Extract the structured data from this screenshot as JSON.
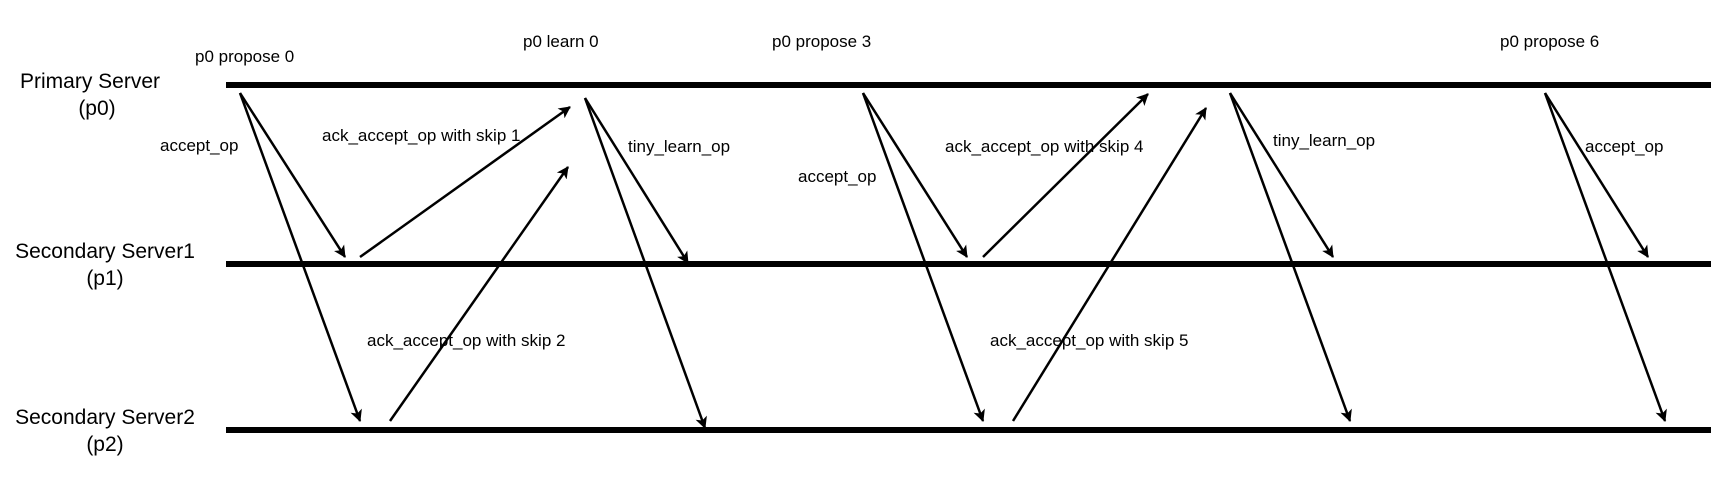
{
  "lanes": [
    {
      "name": "Primary Server",
      "id": "(p0)"
    },
    {
      "name": "Secondary Server1",
      "id": "(p1)"
    },
    {
      "name": "Secondary Server2",
      "id": "(p2)"
    }
  ],
  "events": [
    {
      "text": "p0 propose 0"
    },
    {
      "text": "p0 learn 0"
    },
    {
      "text": "p0 propose 3"
    },
    {
      "text": "p0 propose 6"
    }
  ],
  "messages": [
    {
      "text": "accept_op"
    },
    {
      "text": "ack_accept_op with skip 1"
    },
    {
      "text": "ack_accept_op with skip 2"
    },
    {
      "text": "tiny_learn_op"
    },
    {
      "text": "accept_op"
    },
    {
      "text": "ack_accept_op with skip 4"
    },
    {
      "text": "ack_accept_op with skip 5"
    },
    {
      "text": "tiny_learn_op"
    },
    {
      "text": "accept_op"
    }
  ]
}
